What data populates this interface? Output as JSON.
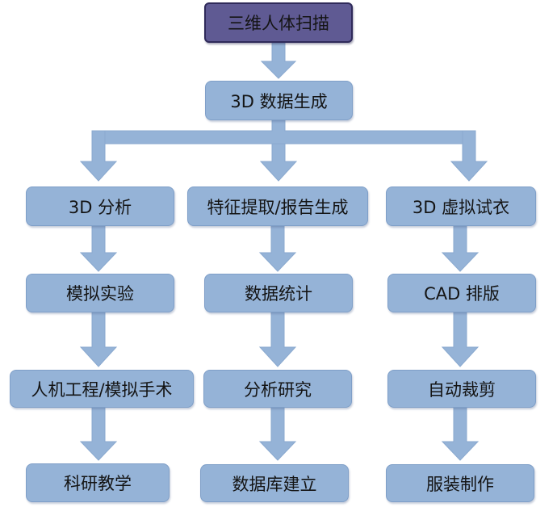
{
  "diagram": {
    "root": "三维人体扫描",
    "level2": "3D 数据生成",
    "branches": [
      {
        "name": "3D 分析",
        "steps": [
          "模拟实验",
          "人机工程/模拟手术",
          "科研教学"
        ]
      },
      {
        "name": "特征提取/报告生成",
        "steps": [
          "数据统计",
          "分析研究",
          "数据库建立"
        ]
      },
      {
        "name": "3D 虚拟试衣",
        "steps": [
          "CAD 排版",
          "自动裁剪",
          "服装制作"
        ]
      }
    ]
  },
  "colors": {
    "root_fill": "#5f5a93",
    "root_border": "#2f2a5a",
    "node_fill": "#95b3d7",
    "arrow": "#95b3d7"
  }
}
